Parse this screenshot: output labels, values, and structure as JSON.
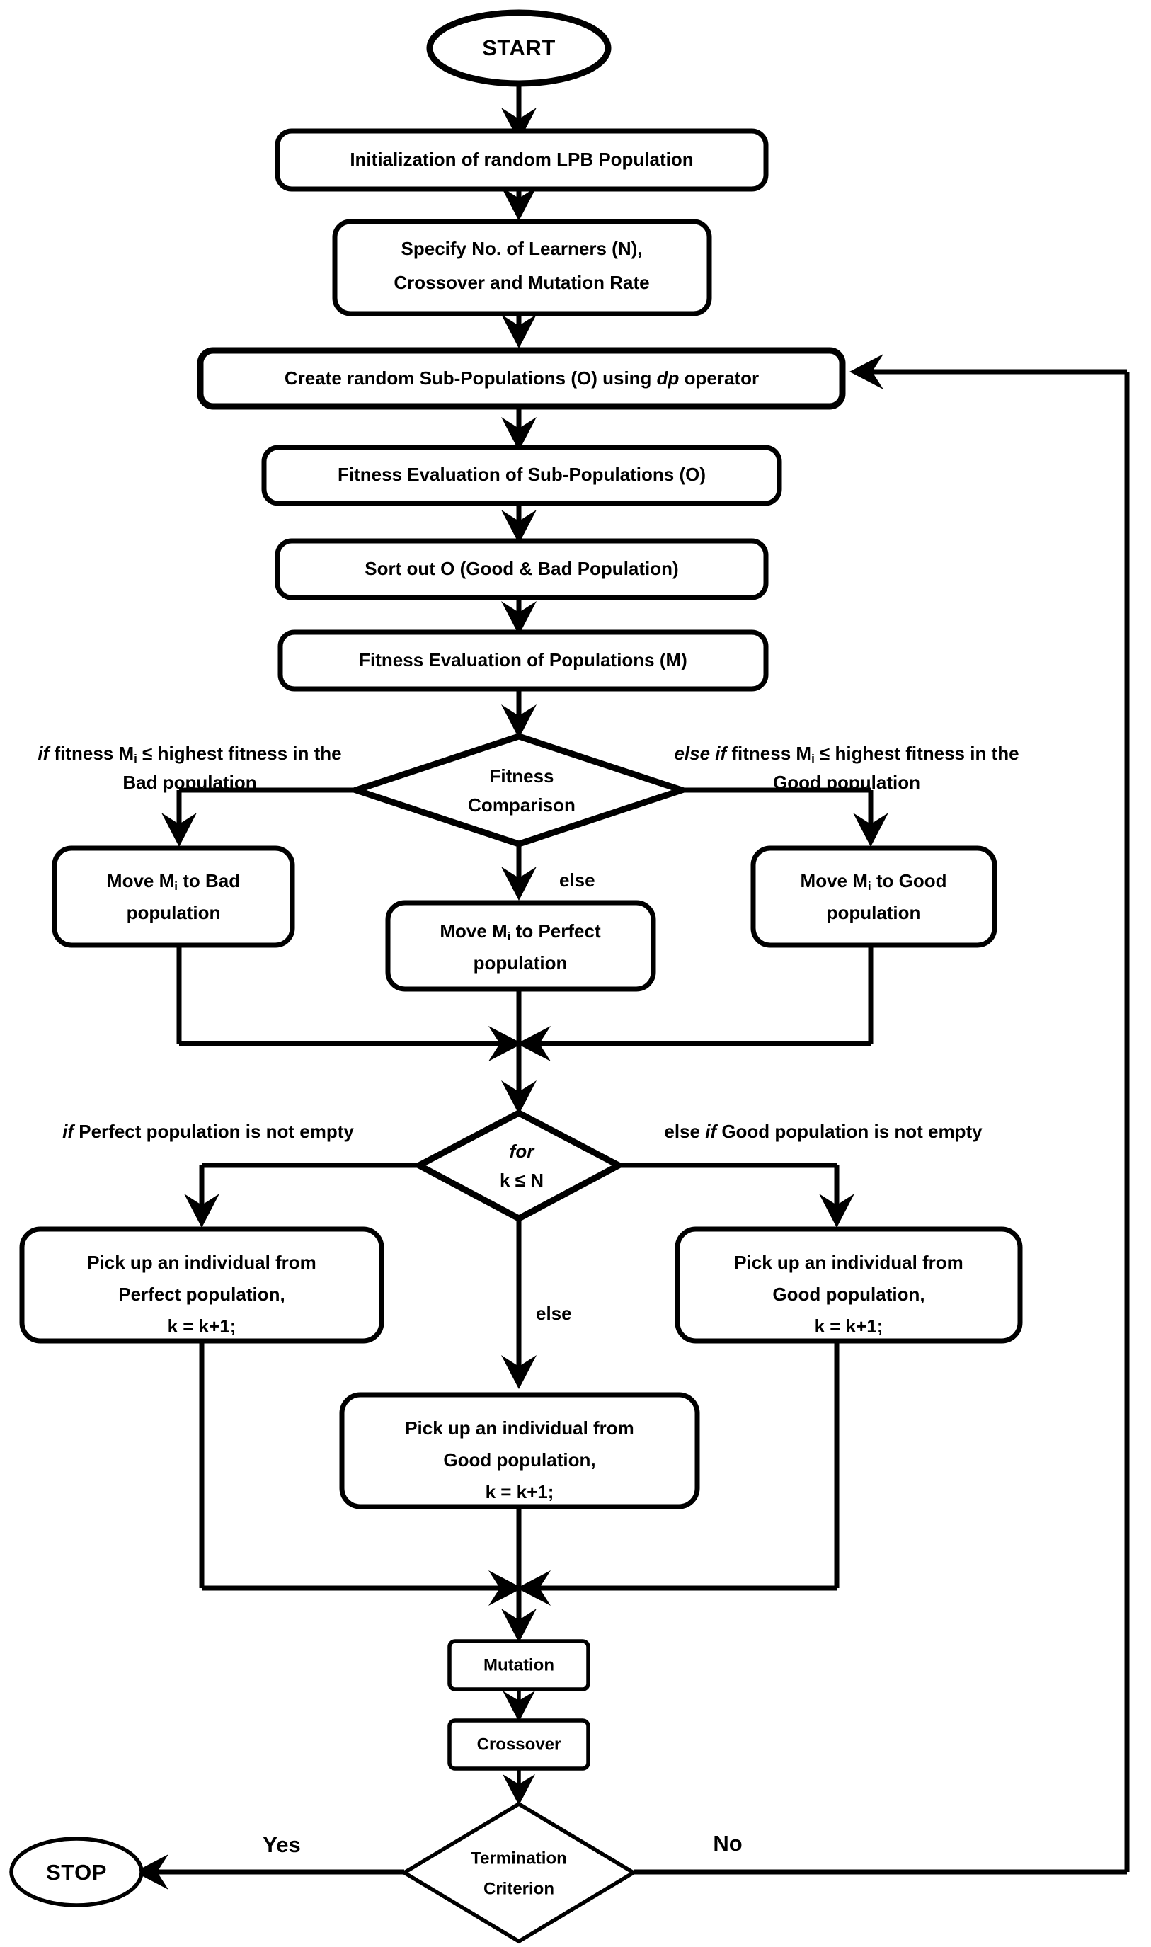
{
  "diagram": {
    "title": "LPB Algorithm Flowchart",
    "type": "flowchart",
    "stroke_color": "#000000",
    "fill_color": "#ffffff"
  },
  "nodes": {
    "start": {
      "label": "START",
      "shape": "ellipse"
    },
    "init": {
      "label": "Initialization of random LPB Population",
      "shape": "rounded-rect"
    },
    "specify_line1": {
      "label": "Specify No. of Learners (N),",
      "shape": "rounded-rect"
    },
    "specify_line2": {
      "label": "Crossover and Mutation Rate"
    },
    "create_sub_pre": {
      "label": "Create random Sub-Populations (O) using "
    },
    "create_sub_dp": {
      "label": "dp"
    },
    "create_sub_post": {
      "label": " operator"
    },
    "fitness_sub": {
      "label": "Fitness Evaluation of Sub-Populations (O)",
      "shape": "rounded-rect"
    },
    "sort_out": {
      "label": "Sort out O (Good & Bad Population)",
      "shape": "rounded-rect"
    },
    "fitness_pop": {
      "label": "Fitness Evaluation of Populations (M)",
      "shape": "rounded-rect"
    },
    "fitness_comparison_line1": {
      "label": "Fitness",
      "shape": "diamond"
    },
    "fitness_comparison_line2": {
      "label": "Comparison"
    },
    "move_bad_line1": {
      "label": "Move M",
      "sub": "i",
      "label_rest": " to Bad",
      "shape": "rounded-rect"
    },
    "move_bad_line2": {
      "label": "population"
    },
    "move_perfect_line1": {
      "label": "Move M",
      "sub": "i",
      "label_rest": " to Perfect",
      "shape": "rounded-rect"
    },
    "move_perfect_line2": {
      "label": "population"
    },
    "move_good_line1": {
      "label": "Move M",
      "sub": "i",
      "label_rest": " to Good",
      "shape": "rounded-rect"
    },
    "move_good_line2": {
      "label": "population"
    },
    "for_loop_line1": {
      "label": "for",
      "italic": true,
      "shape": "diamond"
    },
    "for_loop_line2": {
      "label": "k ≤ N"
    },
    "pick_perfect_line1": {
      "label": "Pick up an individual from",
      "shape": "rounded-rect"
    },
    "pick_perfect_line2": {
      "label": "Perfect population,"
    },
    "pick_perfect_line3": {
      "label": "k = k+1;"
    },
    "pick_good_mid_line1": {
      "label": "Pick up an individual from",
      "shape": "rounded-rect"
    },
    "pick_good_mid_line2": {
      "label": "Good population,"
    },
    "pick_good_mid_line3": {
      "label": "k = k+1;"
    },
    "pick_good_right_line1": {
      "label": "Pick up an individual from",
      "shape": "rounded-rect"
    },
    "pick_good_right_line2": {
      "label": "Good population,"
    },
    "pick_good_right_line3": {
      "label": "k = k+1;"
    },
    "mutation": {
      "label": "Mutation",
      "shape": "rect"
    },
    "crossover": {
      "label": "Crossover",
      "shape": "rect"
    },
    "termination_line1": {
      "label": "Termination",
      "shape": "diamond"
    },
    "termination_line2": {
      "label": "Criterion"
    },
    "stop": {
      "label": "STOP",
      "shape": "ellipse"
    }
  },
  "edge_labels": {
    "if_bad_line1_ital": "if",
    "if_bad_line1_rest": " fitness M",
    "if_bad_line1_sub": "i",
    "if_bad_line1_tail": " ≤ highest fitness in the",
    "if_bad_line2": "Bad population",
    "elseif_good_line1_ital": "else if",
    "elseif_good_line1_rest": " fitness M",
    "elseif_good_line1_sub": "i",
    "elseif_good_line1_tail": " ≤ highest fitness in the",
    "elseif_good_line2": "Good population",
    "else_fitness": "else",
    "if_perfect_ital": "if",
    "if_perfect_rest": " Perfect population is not empty",
    "elseif_goodpop_pre": "else ",
    "elseif_goodpop_ital": "if",
    "elseif_goodpop_rest": " Good population is not empty",
    "else_for": "else",
    "yes": "Yes",
    "no": "No"
  }
}
